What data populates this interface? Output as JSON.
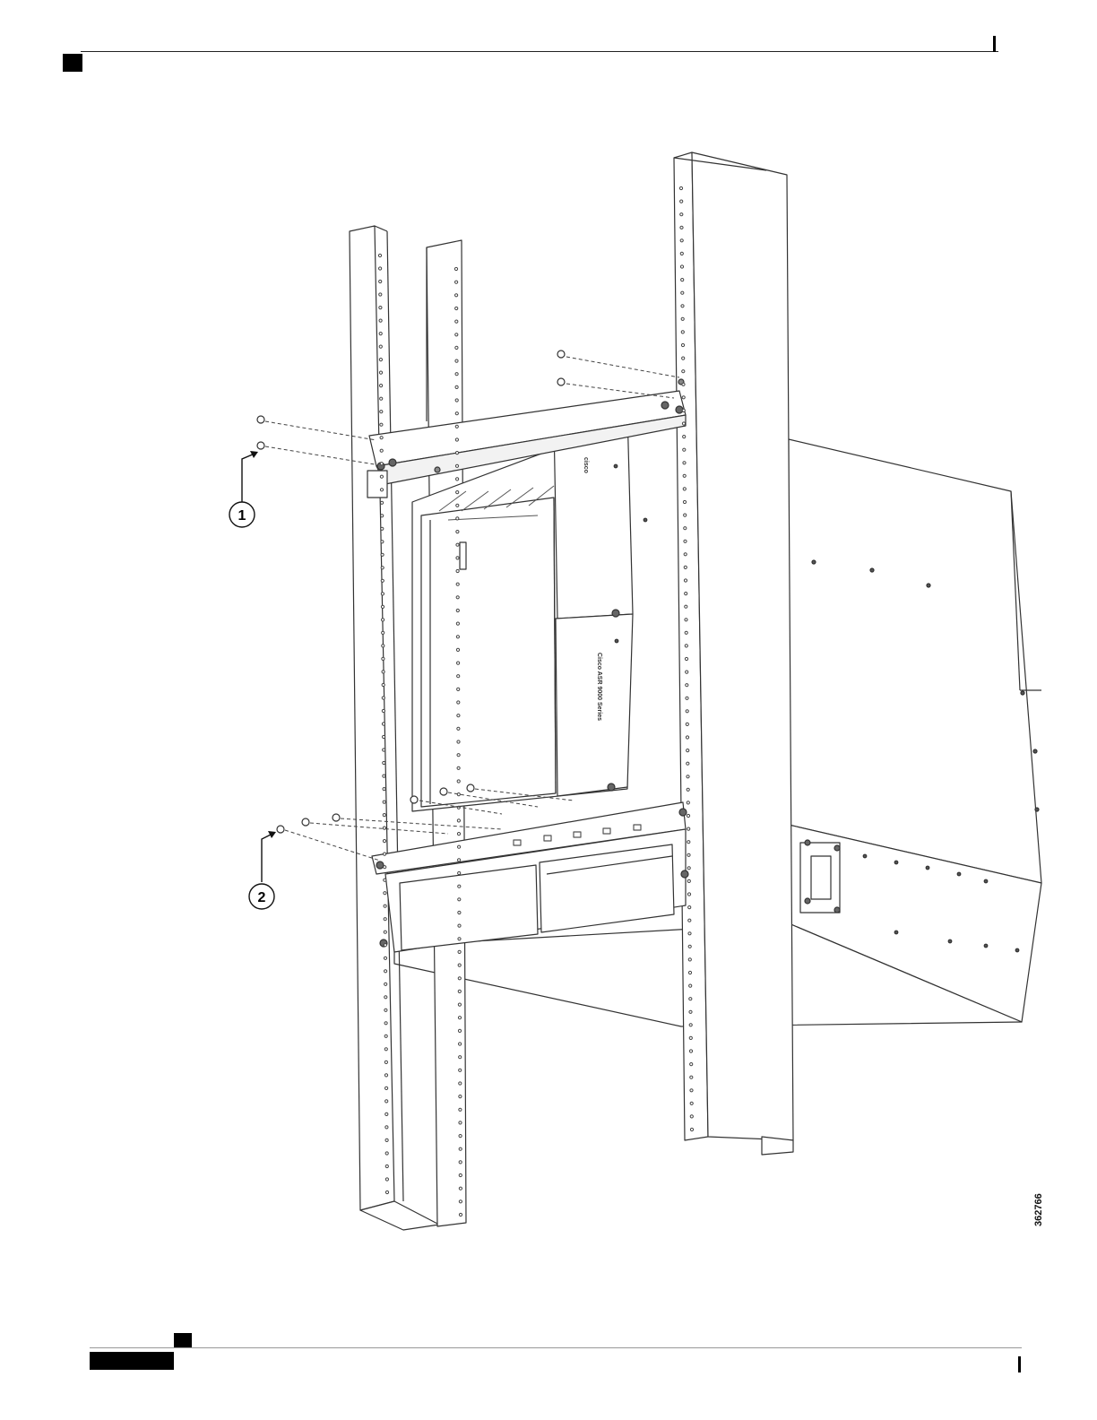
{
  "figure": {
    "callouts": [
      {
        "id": "callout-1",
        "label": "1"
      },
      {
        "id": "callout-2",
        "label": "2"
      }
    ],
    "figure_id": "362766",
    "chassis_label": "Cisco ASR 9000 Series",
    "brand_mark": "cisco"
  }
}
